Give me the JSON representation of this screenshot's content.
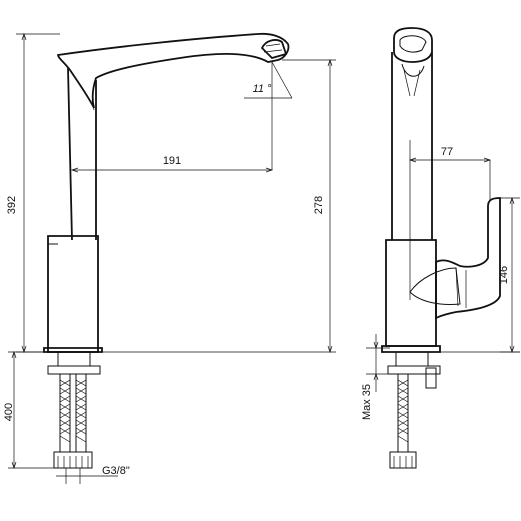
{
  "dimensions": {
    "height_total": "392",
    "height_spout": "278",
    "reach": "191",
    "angle": "11 °",
    "hose_length": "400",
    "thread": "G3/8\"",
    "handle_reach": "77",
    "handle_height": "146",
    "deck_max": "Max 35"
  }
}
